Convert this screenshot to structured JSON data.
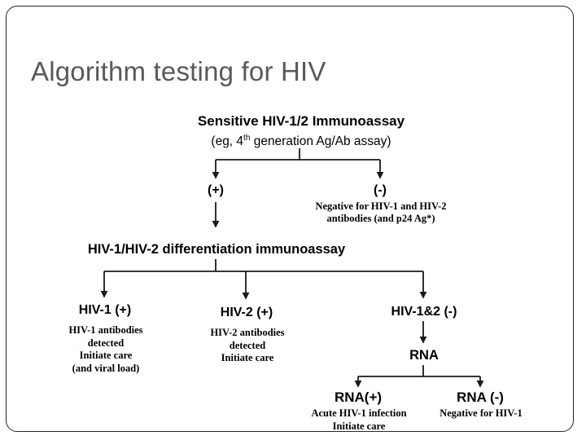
{
  "slide": {
    "title": "Algorithm testing for HIV",
    "title_color": "#595959",
    "background_color": "#ffffff",
    "border_color": "#262626"
  },
  "flowchart": {
    "type": "diagram",
    "line_color": "#1a1a1a",
    "text_color": "#000000",
    "nodes": {
      "initial_assay": {
        "title": "Sensitive HIV-1/2 Immunoassay",
        "subtitle_before": "(eg, 4",
        "subtitle_sup": "th",
        "subtitle_after": " generation Ag/Ab assay)"
      },
      "branch_positive": {
        "label": "(+)"
      },
      "branch_negative": {
        "label": "(-)",
        "detail_line1": "Negative for HIV-1 and HIV-2",
        "detail_line2": "antibodies (and p24 Ag*)"
      },
      "differentiation_assay": {
        "title": "HIV-1/HIV-2 differentiation immunoassay"
      },
      "hiv1_positive": {
        "label": "HIV-1 (+)",
        "detail_line1": "HIV-1 antibodies",
        "detail_line2": "detected",
        "detail_line3": "Initiate care",
        "detail_line4": "(and viral load)"
      },
      "hiv2_positive": {
        "label": "HIV-2 (+)",
        "detail_line1": "HIV-2 antibodies",
        "detail_line2": "detected",
        "detail_line3": "Initiate care"
      },
      "hiv12_negative": {
        "label": "HIV-1&2 (-)"
      },
      "rna_test": {
        "label": "RNA"
      },
      "rna_positive": {
        "label": "RNA(+)",
        "detail_line1": "Acute HIV-1 infection",
        "detail_line2": "Initiate care"
      },
      "rna_negative": {
        "label": "RNA (-)",
        "detail_line1": "Negative for HIV-1"
      }
    }
  }
}
